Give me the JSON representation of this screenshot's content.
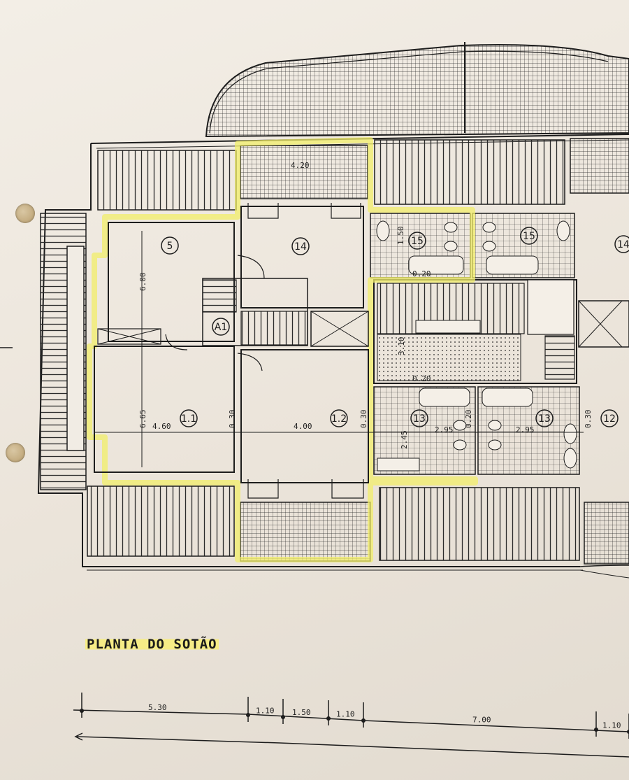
{
  "plan": {
    "title": "PLANTA DO SOTÃO",
    "highlight_color": "#f2ee6a",
    "line_color": "#1d1d1d",
    "rooms": [
      {
        "id": "r5",
        "tag": "5"
      },
      {
        "id": "r14a",
        "tag": "14"
      },
      {
        "id": "r15a",
        "tag": "15"
      },
      {
        "id": "r15b",
        "tag": "15"
      },
      {
        "id": "r14b",
        "tag": "14"
      },
      {
        "id": "ra1",
        "tag": "A1"
      },
      {
        "id": "r11",
        "tag": "1.1"
      },
      {
        "id": "r12a",
        "tag": "1.2"
      },
      {
        "id": "r13a",
        "tag": "13"
      },
      {
        "id": "r13b",
        "tag": "13"
      },
      {
        "id": "r12b",
        "tag": "12"
      }
    ],
    "dimensions": {
      "d420": "4.20",
      "d600": "6.00",
      "d665": "6.65",
      "d460": "4.60",
      "d030a": "0.30",
      "d400": "4.00",
      "d030b": "0.30",
      "d020a": "0.20",
      "d310": "3.10",
      "d020b": "0.20",
      "d295a": "2.95",
      "d020c": "0.20",
      "d295b": "2.95",
      "d030c": "0.30",
      "d150": "1.50",
      "d245": "2.45"
    },
    "scale_bar": [
      "5.30",
      "1.10",
      "1.50",
      "1.10",
      "7.00",
      "1.10"
    ]
  }
}
